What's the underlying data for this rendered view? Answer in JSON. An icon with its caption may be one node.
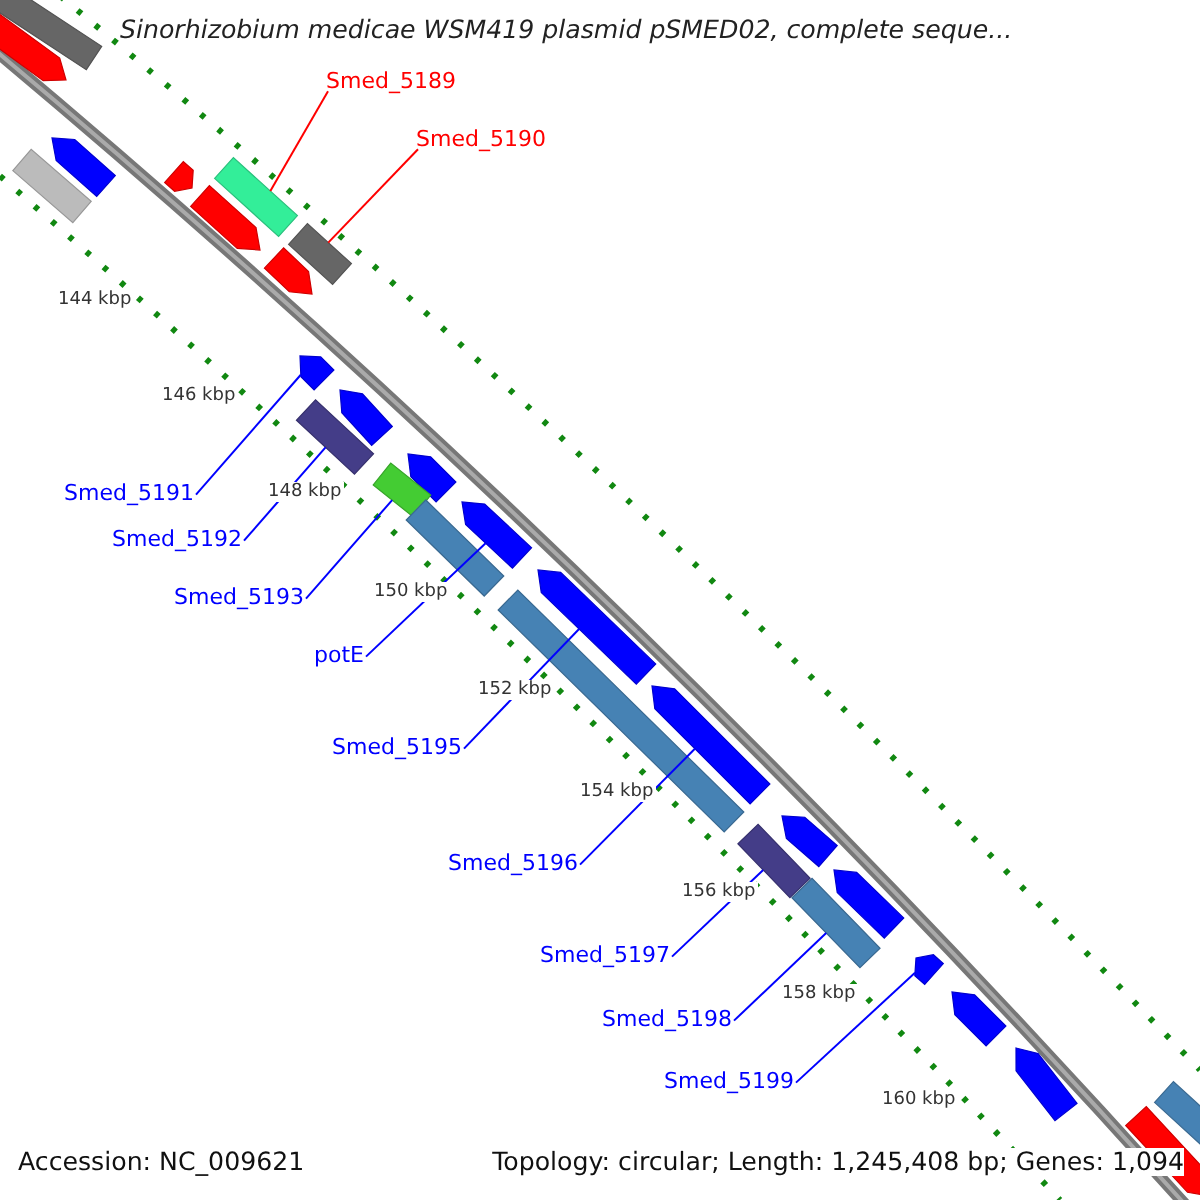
{
  "diagram": {
    "title": "Sinorhizobium medicae WSM419 plasmid pSMED02, complete seque...",
    "nodes": [
      {
        "text": [
          "Smed_5189"
        ]
      },
      {
        "text": [
          "Smed_5190"
        ]
      },
      {
        "text": [
          "Smed_5191"
        ]
      },
      {
        "text": [
          "Smed_5192"
        ]
      },
      {
        "text": [
          "Smed_5193"
        ]
      },
      {
        "text": [
          "potE"
        ]
      },
      {
        "text": [
          "Smed_5195"
        ]
      },
      {
        "text": [
          "Smed_5196"
        ]
      },
      {
        "text": [
          "Smed_5197"
        ]
      },
      {
        "text": [
          "Smed_5198"
        ]
      },
      {
        "text": [
          "Smed_5199"
        ]
      },
      {
        "text": [],
        "shape": "bar"
      },
      {
        "text": [],
        "shape": "bar"
      },
      {
        "text": [],
        "shape": "bar"
      },
      {
        "text": [],
        "shape": "bar"
      },
      {
        "text": [],
        "shape": "bar"
      },
      {
        "text": [],
        "shape": "bar"
      },
      {
        "text": [],
        "shape": "bar"
      },
      {
        "text": [],
        "shape": "bar"
      },
      {
        "text": [],
        "shape": "bar"
      },
      {
        "text": [],
        "shape": "bar"
      },
      {
        "text": [],
        "shape": "bar"
      },
      {
        "text": [],
        "shape": "bar"
      },
      {
        "text": [],
        "shape": "bar"
      },
      {
        "text": [],
        "shape": "bar"
      },
      {
        "text": [],
        "shape": "bar"
      },
      {
        "text": [],
        "shape": "bar"
      },
      {
        "text": [],
        "shape": "bar"
      },
      {
        "text": [],
        "shape": "bar"
      },
      {
        "text": [],
        "shape": "bar"
      },
      {
        "text": [],
        "shape": "bar"
      },
      {
        "text": [],
        "shape": "bar"
      },
      {
        "text": [],
        "shape": "bar"
      },
      {
        "text": [],
        "shape": "bar"
      },
      {
        "text": [],
        "shape": "bar"
      },
      {
        "text": [],
        "shape": "bar"
      },
      {
        "text": [],
        "shape": "bar"
      },
      {
        "text": [],
        "shape": "bar"
      },
      {
        "text": [],
        "shape": "bar"
      }
    ],
    "edges": [
      {
        "from": 0,
        "to": 16,
        "arrow": "none",
        "color": "#ff0000"
      },
      {
        "from": 1,
        "to": 18,
        "arrow": "none",
        "color": "#ff0000"
      },
      {
        "from": 2,
        "to": 20,
        "arrow": "none"
      },
      {
        "from": 3,
        "to": 21,
        "arrow": "none"
      },
      {
        "from": 4,
        "to": 24,
        "arrow": "none"
      },
      {
        "from": 5,
        "to": 26,
        "arrow": "none"
      },
      {
        "from": 6,
        "to": 27,
        "arrow": "none"
      },
      {
        "from": 7,
        "to": 29,
        "arrow": "none"
      },
      {
        "from": 8,
        "to": 30,
        "arrow": "none"
      },
      {
        "from": 9,
        "to": 32,
        "arrow": "none"
      },
      {
        "from": 10,
        "to": 34,
        "arrow": "none"
      }
    ],
    "labels": [
      "144 kbp",
      "146 kbp",
      "148 kbp",
      "150 kbp",
      "152 kbp",
      "154 kbp",
      "156 kbp",
      "158 kbp",
      "160 kbp",
      "Accession: NC_009621",
      "Topology: circular; Length: 1,245,408 bp; Genes: 1,094"
    ]
  }
}
